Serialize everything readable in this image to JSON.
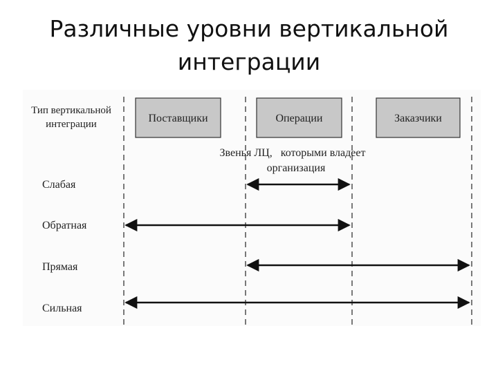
{
  "title": {
    "line1": "Различные уровни вертикальной",
    "line2": "интеграции"
  },
  "diagram": {
    "header_label_line1": "Тип вертикальной",
    "header_label_line2": "интеграции",
    "stages": [
      "Поставщики",
      "Операции",
      "Заказчики"
    ],
    "annotation_line1": "Звенья ЛЦ,   которыми владеет",
    "annotation_line2": "организация",
    "rows": [
      {
        "label": "Слабая",
        "from": "Операции",
        "to": "Операции"
      },
      {
        "label": "Обратная",
        "from": "Поставщики",
        "to": "Операции"
      },
      {
        "label": "Прямая",
        "from": "Операции",
        "to": "Заказчики"
      },
      {
        "label": "Сильная",
        "from": "Поставщики",
        "to": "Заказчики"
      }
    ],
    "colors": {
      "box_fill": "#c8c8c8",
      "box_stroke": "#333333",
      "line": "#111111",
      "dash": "#222222"
    }
  }
}
